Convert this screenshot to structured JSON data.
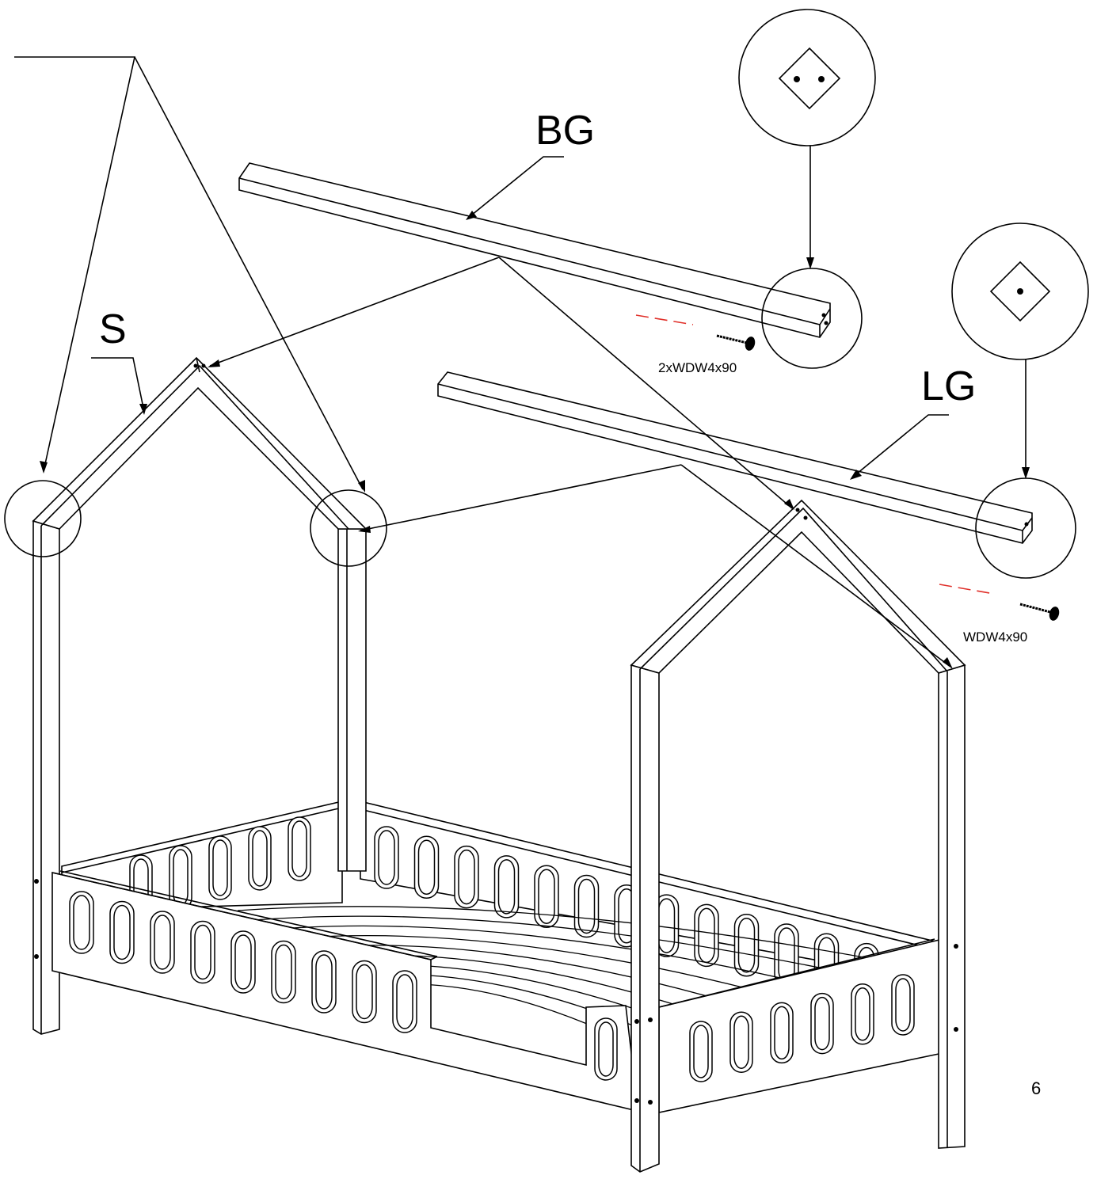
{
  "labels": {
    "bg": "BG",
    "lg": "LG",
    "s": "S",
    "screw_bg": "2xWDW4x90",
    "screw_lg": "WDW4x90",
    "page_number": "6"
  },
  "icons": {
    "detail_two_holes": "diamond-two-holes-icon",
    "detail_one_hole": "diamond-one-hole-icon",
    "screw": "screw-icon"
  },
  "colors": {
    "line": "#000000",
    "dash": "#e0302a",
    "background": "#ffffff"
  }
}
